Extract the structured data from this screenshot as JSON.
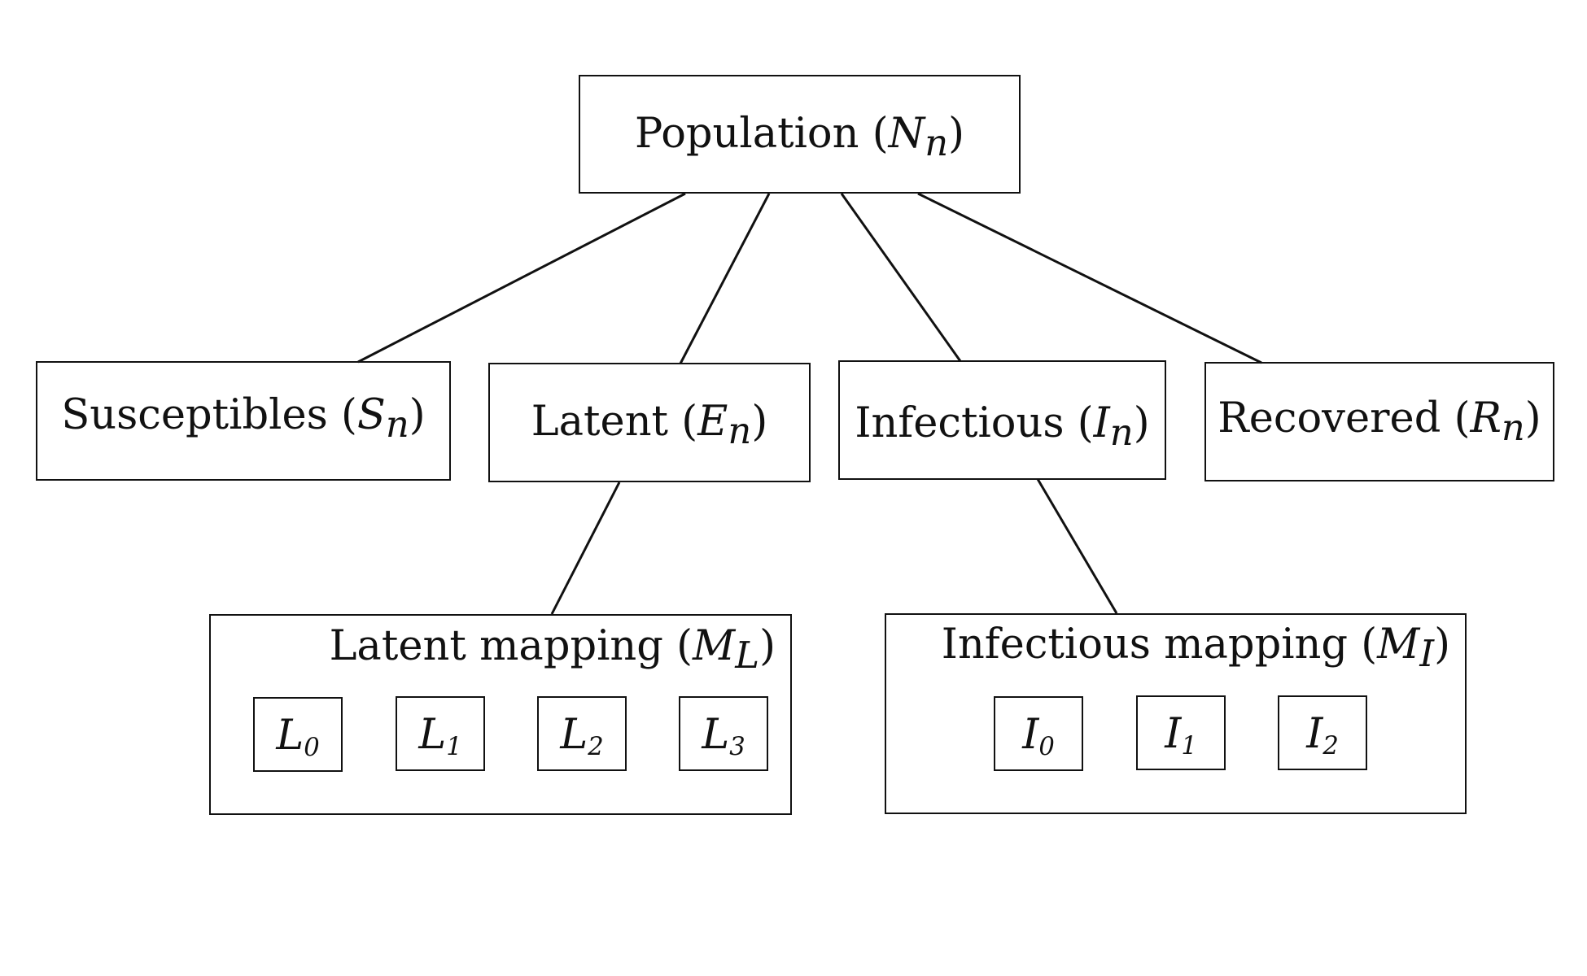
{
  "diagram": {
    "root": {
      "text": "Population",
      "var": "N",
      "sub": "n"
    },
    "compartments": [
      {
        "id": "susceptibles",
        "text": "Susceptibles",
        "var": "S",
        "sub": "n"
      },
      {
        "id": "latent",
        "text": "Latent",
        "var": "E",
        "sub": "n"
      },
      {
        "id": "infectious",
        "text": "Infectious",
        "var": "I",
        "sub": "n"
      },
      {
        "id": "recovered",
        "text": "Recovered",
        "var": "R",
        "sub": "n"
      }
    ],
    "mappings": [
      {
        "id": "latent-mapping",
        "text": "Latent mapping",
        "var": "M",
        "sub": "L",
        "stages": [
          {
            "var": "L",
            "sub": "0"
          },
          {
            "var": "L",
            "sub": "1"
          },
          {
            "var": "L",
            "sub": "2"
          },
          {
            "var": "L",
            "sub": "3"
          }
        ]
      },
      {
        "id": "infectious-mapping",
        "text": "Infectious mapping",
        "var": "M",
        "sub": "I",
        "stages": [
          {
            "var": "I",
            "sub": "0"
          },
          {
            "var": "I",
            "sub": "1"
          },
          {
            "var": "I",
            "sub": "2"
          }
        ]
      }
    ]
  }
}
